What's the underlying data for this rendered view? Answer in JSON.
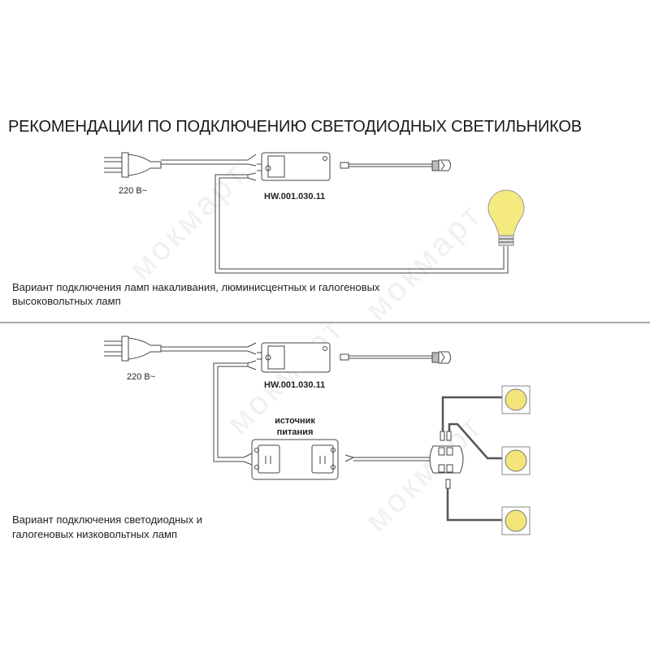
{
  "title": "РЕКОМЕНДАЦИИ ПО ПОДКЛЮЧЕНИЮ СВЕТОДИОДНЫХ СВЕТИЛЬНИКОВ",
  "watermark": "мокмарт",
  "top": {
    "voltage": "220 В~",
    "model": "HW.001.030.11",
    "caption_line1": "Вариант подключения ламп накаливания, люминисцентных и галогеновых",
    "caption_line2": "высоковольтных ламп"
  },
  "bottom": {
    "voltage": "220 В~",
    "model": "HW.001.030.11",
    "power_supply_line1": "источник",
    "power_supply_line2": "питания",
    "caption_line1": "Вариант подключения светодиодных и",
    "caption_line2": "галогеновых низковольтных ламп"
  },
  "colors": {
    "lamp": "#f3e57a",
    "bulb": "#f5ea80",
    "wire": "#555555"
  }
}
